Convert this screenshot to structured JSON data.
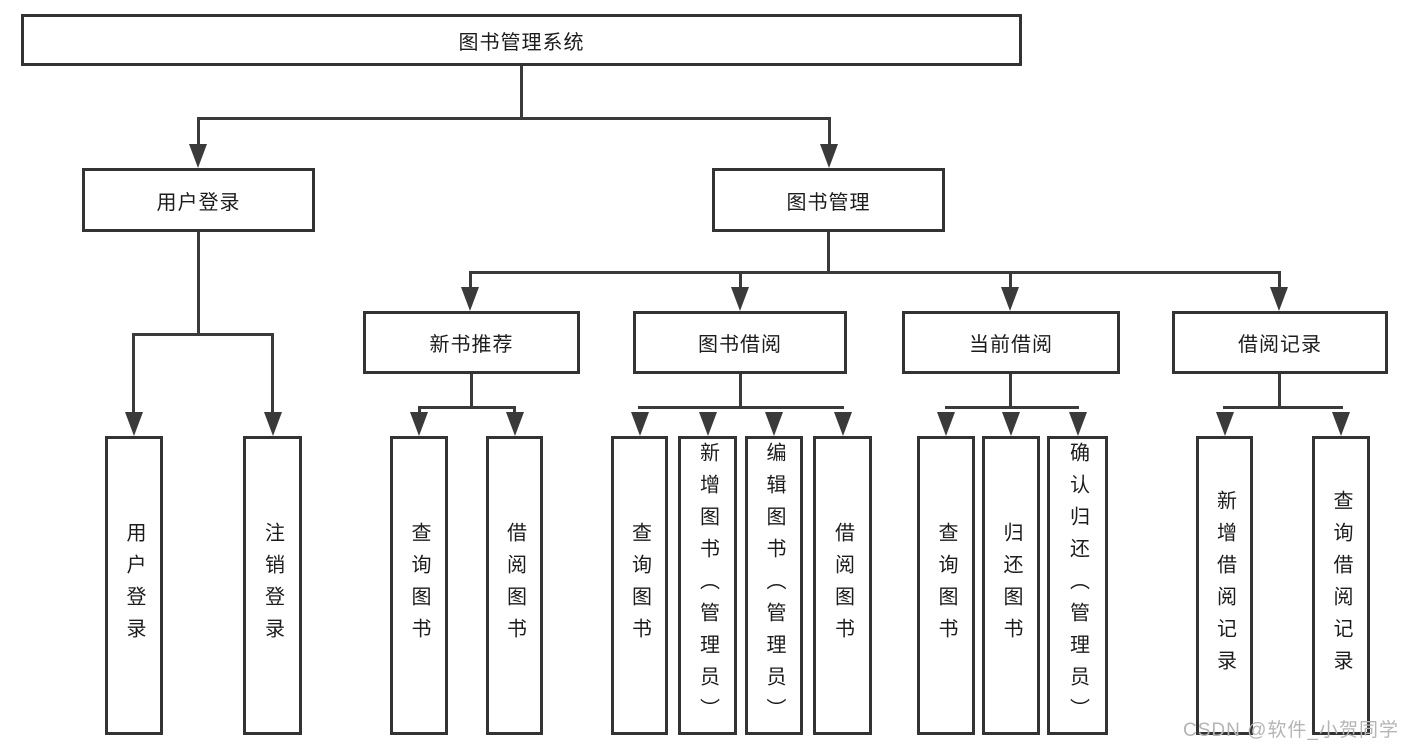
{
  "diagram": {
    "type": "tree-structure-chart",
    "colors": {
      "background": "#ffffff",
      "box_border": "#333333",
      "connector_line": "#3a3a3a",
      "text": "#1c1c1c",
      "watermark": "#b5b5b5"
    },
    "nodes": {
      "root": "图书管理系统",
      "userLogin": "用户登录",
      "bookManagement": "图书管理",
      "newBookRecommend": "新书推荐",
      "bookBorrow": "图书借阅",
      "currentBorrow": "当前借阅",
      "borrowRecords": "借阅记录",
      "leafUserLogin": "用户登录",
      "leafLogout": "注销登录",
      "leafQueryBooksA": "查询图书",
      "leafBorrowBooksA": "借阅图书",
      "leafQueryBooksB": "查询图书",
      "leafAddBooksAdmin": "新增图书（管理员）",
      "leafEditBooksAdmin": "编辑图书（管理员）",
      "leafBorrowBooksB": "借阅图书",
      "leafQueryBooksC": "查询图书",
      "leafReturnBooks": "归还图书",
      "leafConfirmReturnAdmin": "确认归还（管理员）",
      "leafAddBorrowRecord": "新增借阅记录",
      "leafQueryBorrowRecord": "查询借阅记录"
    },
    "watermark": "CSDN @软件_小贺同学"
  }
}
